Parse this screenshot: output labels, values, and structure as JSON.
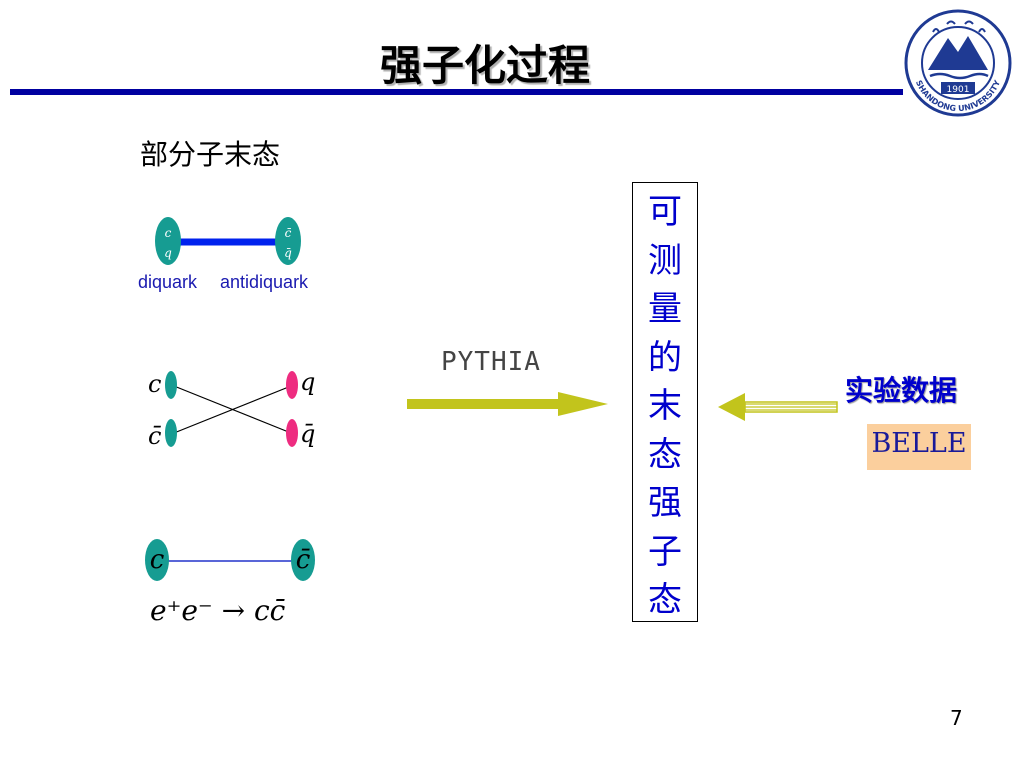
{
  "slide": {
    "title": "强子化过程",
    "subtitle": "部分子末态",
    "page_number": "7"
  },
  "logo": {
    "year": "1901",
    "university": "SHANDONG UNIVERSITY",
    "color": "#1f3a93"
  },
  "diagram1": {
    "left_particle": [
      "c",
      "q"
    ],
    "right_particle": [
      "c̄",
      "q̄"
    ],
    "left_label": "diquark",
    "right_label": "antidiquark"
  },
  "diagram2": {
    "top_left": "c",
    "bottom_left": "c̄",
    "top_right": "q",
    "bottom_right": "q̄"
  },
  "diagram3": {
    "left": "c",
    "right": "c̄",
    "reaction": "e⁺e⁻ → cc̄"
  },
  "flow": {
    "generator_label": "PYTHIA",
    "measurable_text": "可测量的末态强子态",
    "experiment_label": "实验数据",
    "experiment_name": "BELLE"
  },
  "colors": {
    "title_rule": "#0000a0",
    "accent_blue": "#0000cc",
    "teal": "#169c92",
    "pink": "#ee2c80",
    "arrow_olive": "#c2c41c",
    "belle_bg": "#fbcf9d"
  }
}
